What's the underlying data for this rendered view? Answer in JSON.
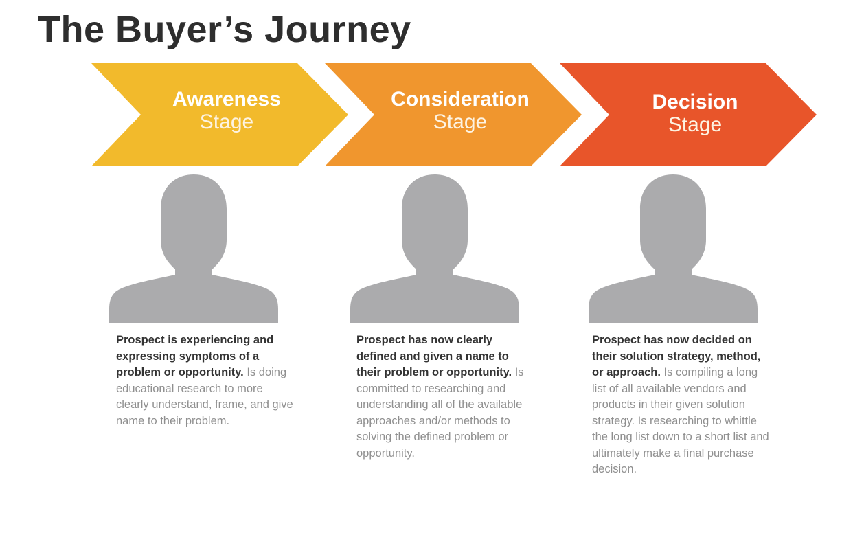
{
  "title": "The Buyer’s Journey",
  "stages": [
    {
      "name": "Awareness",
      "suffix": "Stage",
      "color": "#F2BA2C",
      "bold": "Prospect is experiencing and expressing symptoms of a problem or opportunity.",
      "text": "Is doing educational research to more clearly understand, frame, and give name to their problem."
    },
    {
      "name": "Consideration",
      "suffix": "Stage",
      "color": "#F0962E",
      "bold": "Prospect has now clearly defined and given a name to their problem or opportunity.",
      "text": "Is committed to researching and understanding all of the available approaches and/or methods to solving the defined problem or opportunity."
    },
    {
      "name": "Decision",
      "suffix": "Stage",
      "color": "#E8552A",
      "bold": "Prospect has now decided on their solution strategy, method, or approach.",
      "text": "Is compiling a long list of all available vendors and products in their given solution strategy. Is researching to whittle the long list down to a short list and ultimately make a final purchase decision."
    }
  ],
  "silhouette_color": "#ABABAD"
}
